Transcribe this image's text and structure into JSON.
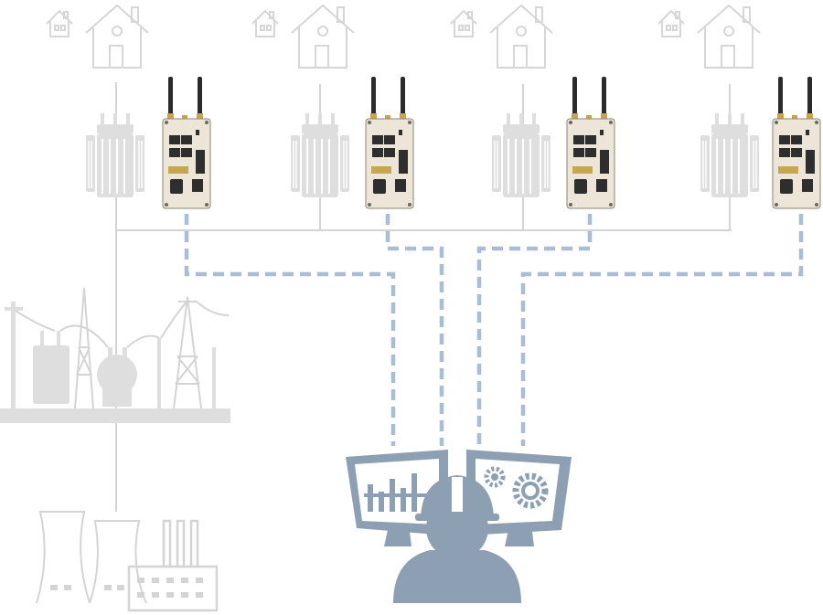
{
  "colors": {
    "background": "#ffffff",
    "infrastructure_grey": "#d6d6d6",
    "link_dashed_blue": "#a9bed6",
    "operator_blue_grey": "#8d9fb2",
    "router_body": "#ede6d8"
  },
  "icons": {
    "house": "house-icon",
    "transformer": "transformer-icon",
    "router": "industrial-cellular-router-icon",
    "substation": "substation-icon",
    "power_plant": "power-plant-icon",
    "operator": "operator-workstation-icon"
  },
  "layout": {
    "sites": 4,
    "links": [
      "site-1-router",
      "site-2-router",
      "site-3-router",
      "site-4-router"
    ]
  }
}
